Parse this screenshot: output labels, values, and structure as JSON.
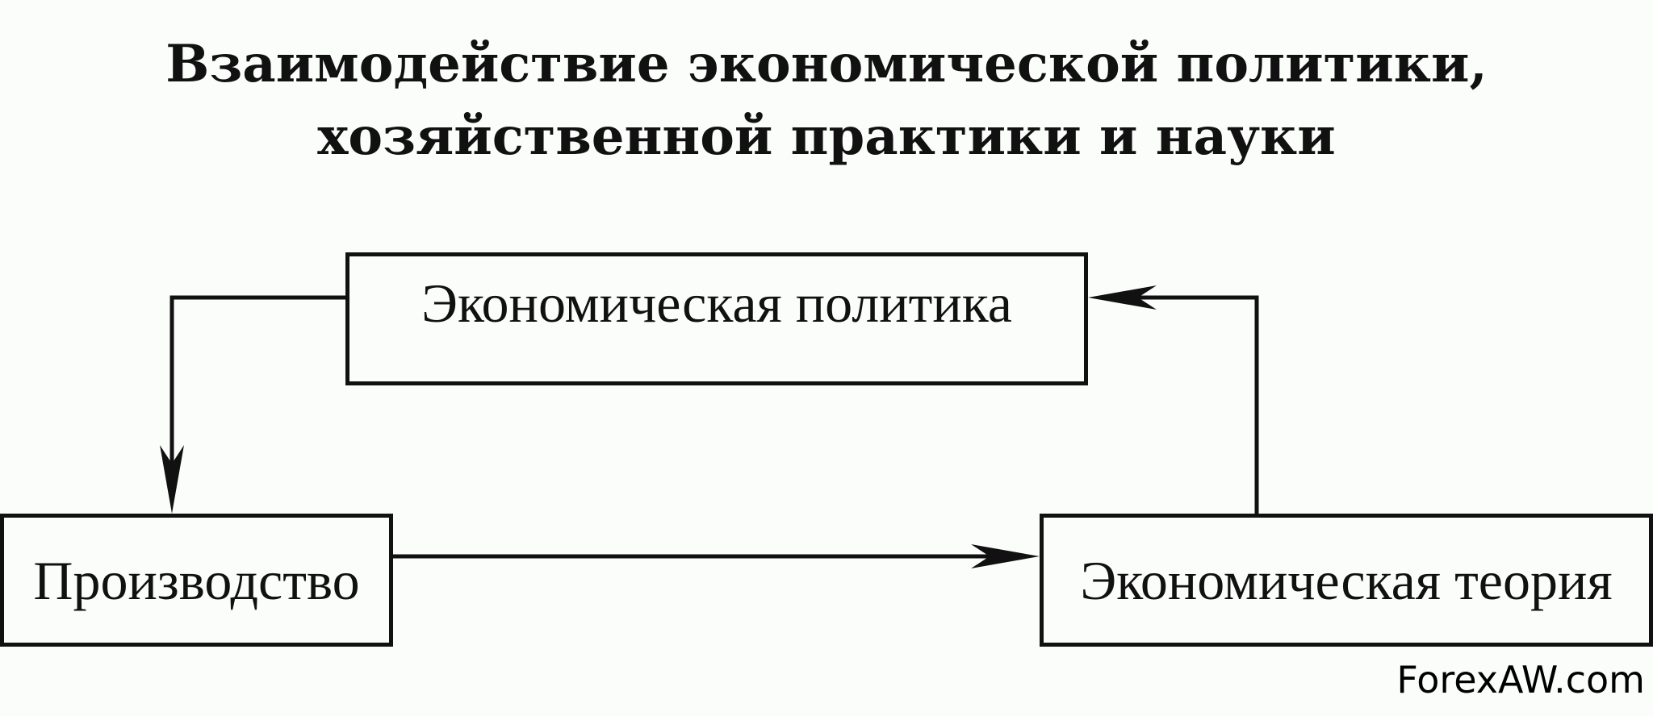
{
  "diagram": {
    "title_line_1": "Взаимодействие экономической политики,",
    "title_line_2": "хозяйственной практики и науки",
    "nodes": {
      "policy": "Экономическая политика",
      "production": "Производство",
      "theory": "Экономическая теория"
    },
    "edges": [
      {
        "from": "policy",
        "to": "production"
      },
      {
        "from": "production",
        "to": "theory"
      },
      {
        "from": "theory",
        "to": "policy"
      }
    ],
    "line_color": "#111111",
    "background_color": "#fbfdfb"
  },
  "watermark": "ForexAW.com"
}
